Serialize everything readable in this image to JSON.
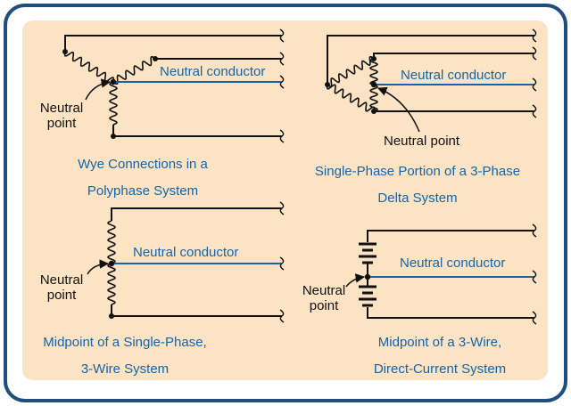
{
  "colors": {
    "panel_fill": "#fbe3c3",
    "panel_border": "#1f4e7a",
    "wire": "#111111",
    "neutral": "#1565a8",
    "caption": "#1565a8"
  },
  "panels": [
    {
      "id": "wye",
      "neutral_label": "Neutral conductor",
      "point_label": [
        "Neutral",
        "point"
      ],
      "caption": [
        "Wye Connections in a",
        "Polyphase System"
      ]
    },
    {
      "id": "delta",
      "neutral_label": "Neutral conductor",
      "point_label": [
        "Neutral point"
      ],
      "caption": [
        "Single-Phase Portion of a 3-Phase",
        "Delta System"
      ]
    },
    {
      "id": "single_phase",
      "neutral_label": "Neutral conductor",
      "point_label": [
        "Neutral",
        "point"
      ],
      "caption": [
        "Midpoint of a Single-Phase,",
        "3-Wire System"
      ]
    },
    {
      "id": "dc",
      "neutral_label": "Neutral conductor",
      "point_label": [
        "Neutral",
        "point"
      ],
      "caption": [
        "Midpoint of a 3-Wire,",
        "Direct-Current System"
      ]
    }
  ]
}
